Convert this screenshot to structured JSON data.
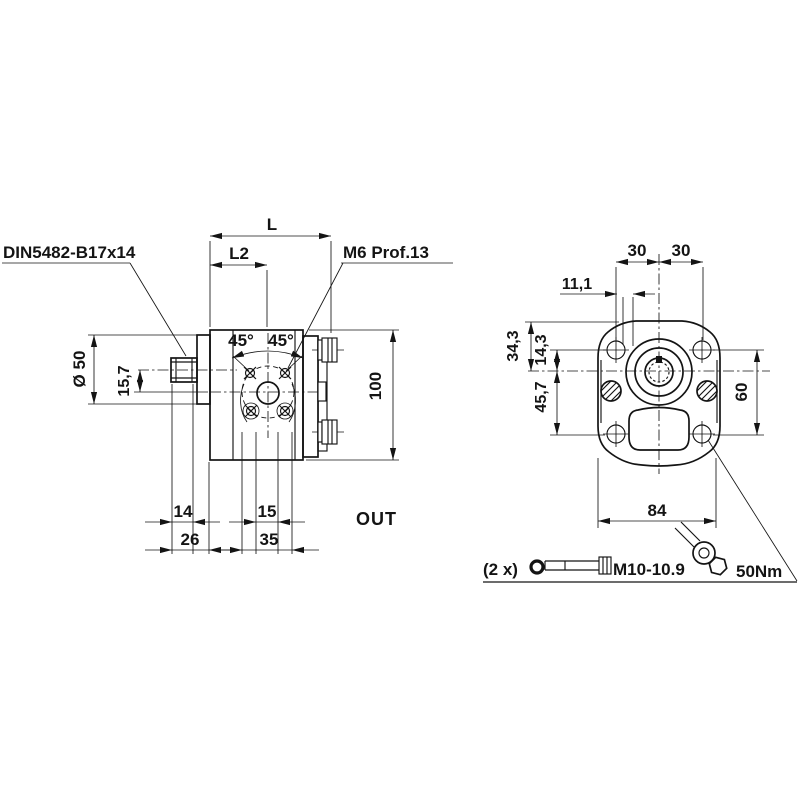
{
  "drawing": {
    "side_view": {
      "label_spline": "DIN5482-B17x14",
      "label_thread": "M6 Prof.13",
      "label_out": "OUT",
      "dim_L": "L",
      "dim_L2": "L2",
      "dim_shaft_pilot_dia": "Ø 50",
      "dim_axis_offset": "15,7",
      "dim_height": "100",
      "dim_angle_left": "45°",
      "dim_angle_right": "45°",
      "dim_spline_length": "14",
      "dim_shaft_length": "26",
      "dim_port_width": "15",
      "dim_port_span": "35"
    },
    "front_view": {
      "dim_30_left": "30",
      "dim_30_right": "30",
      "dim_11_1": "11,1",
      "dim_34_3": "34,3",
      "dim_14_3": "14,3",
      "dim_45_7": "45,7",
      "dim_60": "60",
      "dim_84": "84"
    },
    "bolt_note": {
      "quantity": "(2 x)",
      "thread": "M10-10.9",
      "torque": "50Nm"
    },
    "colors": {
      "line": "#141414",
      "background": "#ffffff"
    }
  }
}
